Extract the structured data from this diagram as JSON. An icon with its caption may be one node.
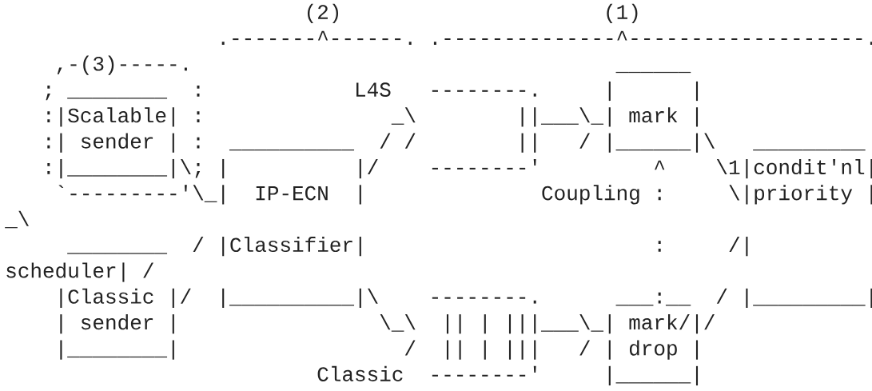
{
  "diagram": {
    "labels": [
      "(2)",
      "(1)",
      ".-------^------. .--------------^-------------------.",
      ",-(3)-----.",
      "______",
      "; ________",
      ":",
      "L4S",
      "--------.",
      "|",
      "|",
      ":|Scalable| :",
      "_\\",
      "||___\\_| mark |",
      ":| sender | :",
      "__________",
      "/ /",
      "||",
      "/ |______|\\",
      "_________",
      ":|________|\\; |",
      "|/",
      "--------'",
      "^",
      "\\1|condit'nl|",
      "`---------'\\_|",
      "IP-ECN",
      "|",
      "Coupling :",
      "\\|priority |",
      "_\\",
      "________",
      "/ |Classifier|",
      ":",
      "/|",
      "scheduler| /",
      "|Classic |/",
      "|__________|\\",
      "--------.",
      "___:__",
      "/ |_________|",
      "| sender |",
      "\\_\\",
      "|| | |||___\\_| mark/|/",
      "|________|",
      "/",
      "|| | |||",
      "/ | drop |",
      "Classic",
      "--------'",
      "|______|"
    ]
  }
}
